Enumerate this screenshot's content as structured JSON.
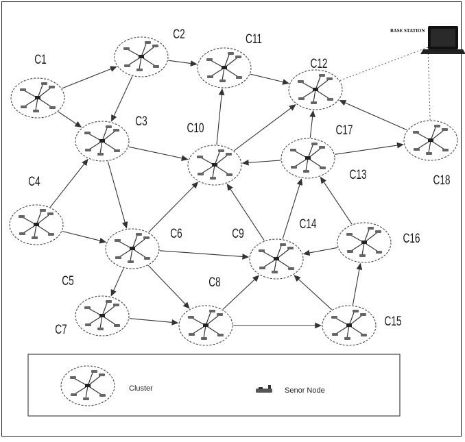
{
  "diagram": {
    "clusters": [
      {
        "id": "C1",
        "label": "C1"
      },
      {
        "id": "C2",
        "label": "C2"
      },
      {
        "id": "C3",
        "label": "C3"
      },
      {
        "id": "C4",
        "label": "C4"
      },
      {
        "id": "C5",
        "label": "C5"
      },
      {
        "id": "C6",
        "label": "C6"
      },
      {
        "id": "C7",
        "label": "C7"
      },
      {
        "id": "C8",
        "label": "C8"
      },
      {
        "id": "C9",
        "label": "C9"
      },
      {
        "id": "C10",
        "label": "C10"
      },
      {
        "id": "C11",
        "label": "C11"
      },
      {
        "id": "C12",
        "label": "C12"
      },
      {
        "id": "C13",
        "label": "C13"
      },
      {
        "id": "C14",
        "label": "C14"
      },
      {
        "id": "C15",
        "label": "C15"
      },
      {
        "id": "C16",
        "label": "C16"
      },
      {
        "id": "C17",
        "label": "C17"
      },
      {
        "id": "C18",
        "label": "C18"
      }
    ],
    "base_station": {
      "label": "BASE STATION"
    },
    "edges": [
      {
        "from": "C1",
        "to": "C2"
      },
      {
        "from": "C1",
        "to": "C3"
      },
      {
        "from": "C2",
        "to": "C11"
      },
      {
        "from": "C2",
        "to": "C3"
      },
      {
        "from": "C3",
        "to": "C10"
      },
      {
        "from": "C3",
        "to": "C6"
      },
      {
        "from": "C4",
        "to": "C3"
      },
      {
        "from": "C4",
        "to": "C6"
      },
      {
        "from": "C6",
        "to": "C10"
      },
      {
        "from": "C6",
        "to": "C9"
      },
      {
        "from": "C6",
        "to": "C5"
      },
      {
        "from": "C6",
        "to": "C8"
      },
      {
        "from": "C5",
        "to": "C8"
      },
      {
        "from": "C8",
        "to": "C9"
      },
      {
        "from": "C8",
        "to": "C15"
      },
      {
        "from": "C9",
        "to": "C10"
      },
      {
        "from": "C9",
        "to": "C17"
      },
      {
        "from": "C15",
        "to": "C9"
      },
      {
        "from": "C15",
        "to": "C16"
      },
      {
        "from": "C16",
        "to": "C9"
      },
      {
        "from": "C16",
        "to": "C17"
      },
      {
        "from": "C10",
        "to": "C11"
      },
      {
        "from": "C10",
        "to": "C12"
      },
      {
        "from": "C11",
        "to": "C12"
      },
      {
        "from": "C17",
        "to": "C10"
      },
      {
        "from": "C17",
        "to": "C12"
      },
      {
        "from": "C17",
        "to": "C18"
      },
      {
        "from": "C18",
        "to": "C12"
      }
    ],
    "base_station_links": [
      "C12",
      "C18"
    ]
  },
  "legend": {
    "cluster_label": "Cluster",
    "sensor_label": "Senor Node"
  }
}
